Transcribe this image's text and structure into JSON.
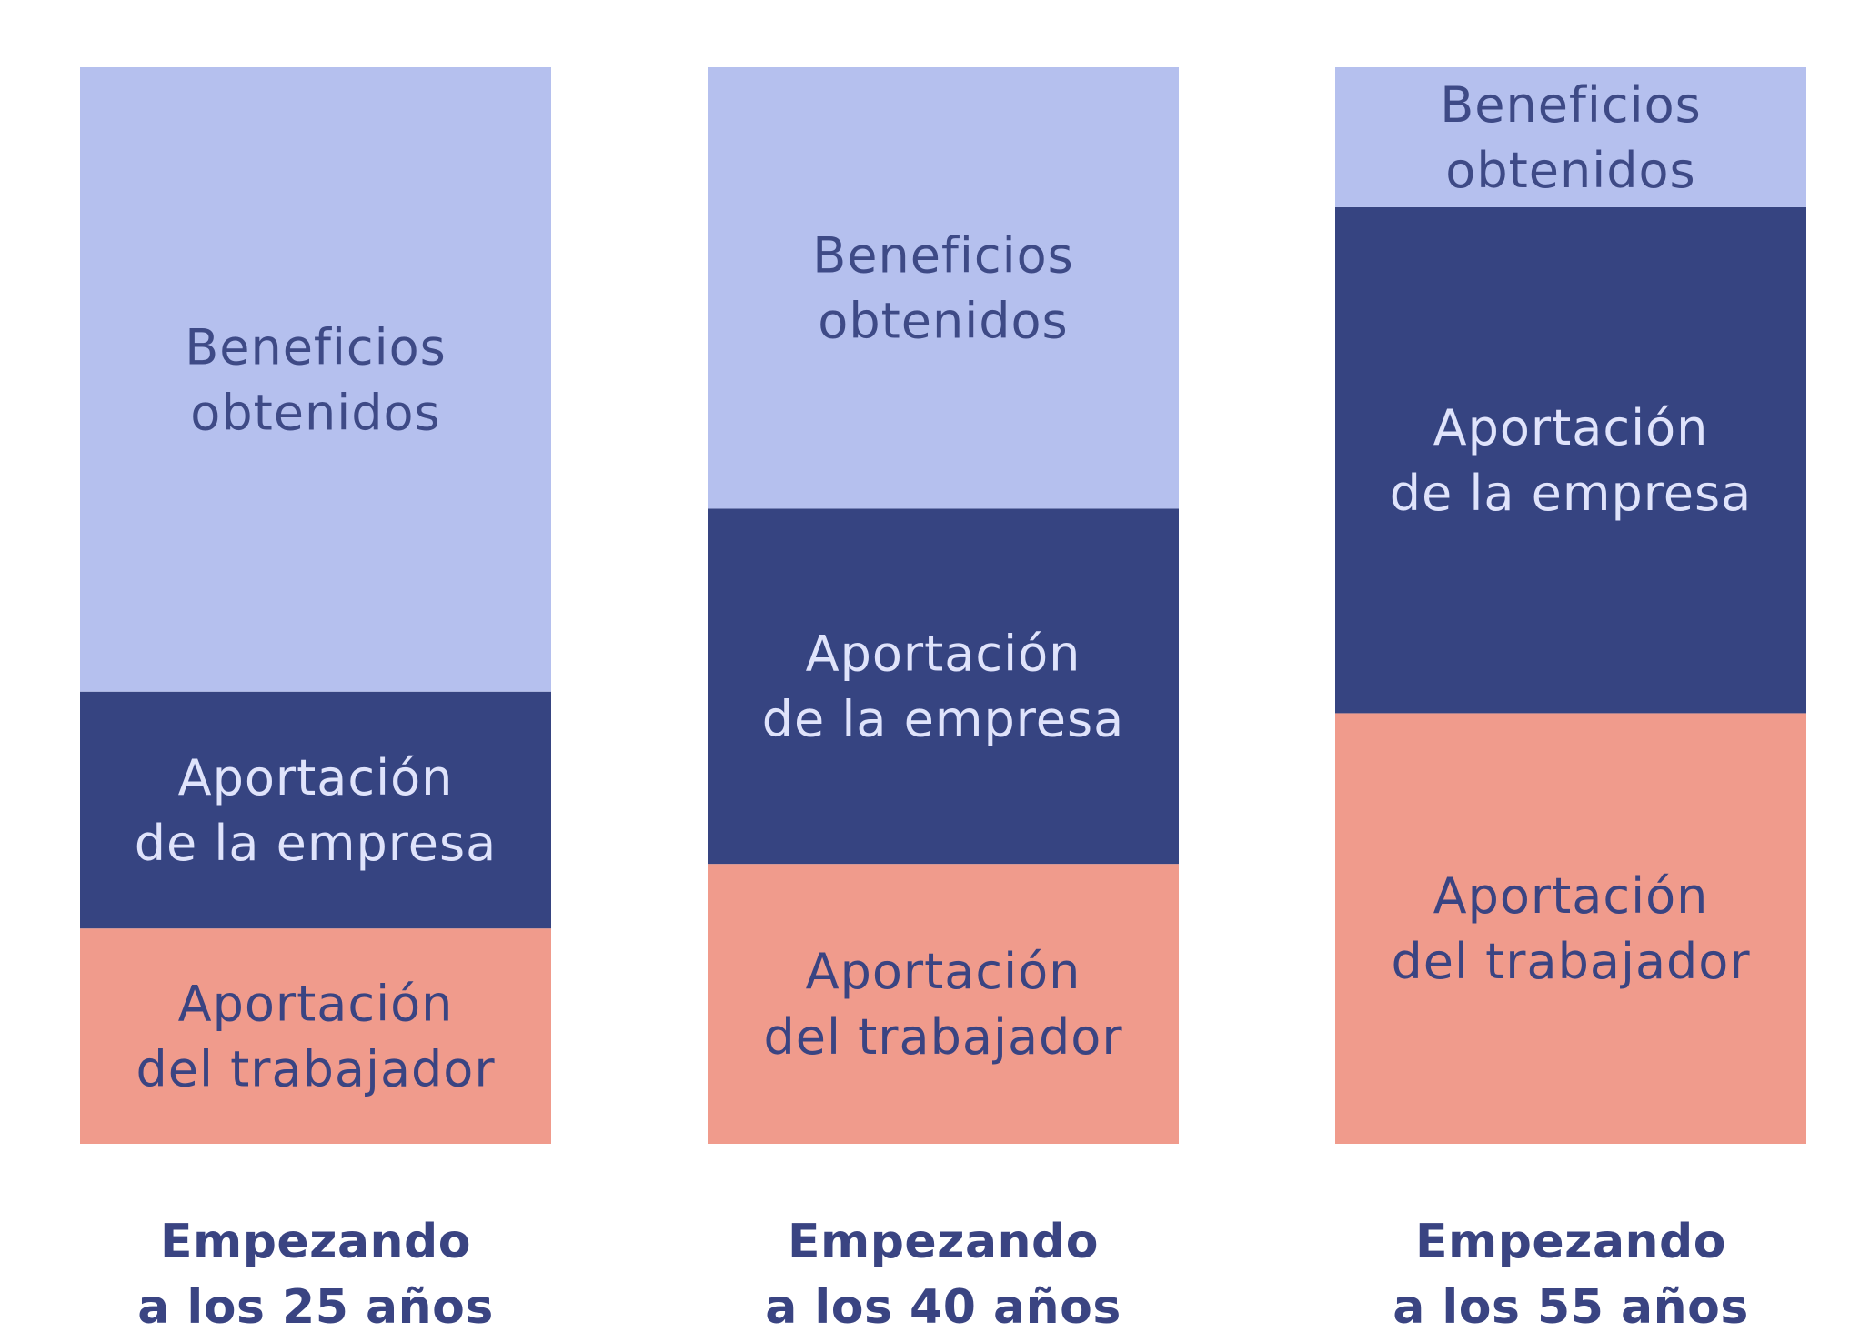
{
  "chart_data": {
    "type": "bar",
    "stacked": true,
    "axes_visible": false,
    "grid": false,
    "legend": "none",
    "categories": [
      [
        "Empezando",
        "a los 25 años"
      ],
      [
        "Empezando",
        "a los 40 años"
      ],
      [
        "Empezando",
        "a los 55 años"
      ]
    ],
    "series": [
      {
        "name": [
          "Aportación",
          "del trabajador"
        ],
        "color": "#f09b8c",
        "label_color": "#3a4482",
        "values": [
          20,
          26,
          40
        ]
      },
      {
        "name": [
          "Aportación",
          "de la empresa"
        ],
        "color": "#364481",
        "label_color": "#dfe3fb",
        "values": [
          22,
          33,
          47
        ]
      },
      {
        "name": [
          "Beneficios",
          "obtenidos"
        ],
        "color": "#b5c0ee",
        "label_color": "#3e4a86",
        "values": [
          58,
          41,
          13
        ]
      }
    ],
    "ylim": [
      0,
      100
    ],
    "category_label_color": "#3a4482"
  }
}
